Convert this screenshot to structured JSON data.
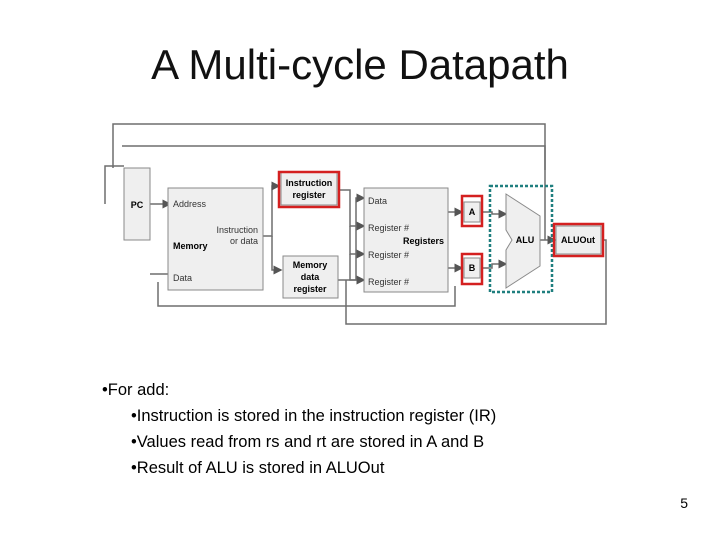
{
  "slide": {
    "title": "A Multi-cycle Datapath",
    "page_number": "5"
  },
  "diagram": {
    "pc": "PC",
    "memory": {
      "address": "Address",
      "instruction_or_data_line1": "Instruction",
      "instruction_or_data_line2": "or data",
      "name": "Memory",
      "data": "Data"
    },
    "instruction_register": [
      "Instruction",
      "register"
    ],
    "memory_data_register": [
      "Memory",
      "data",
      "register"
    ],
    "registers": {
      "data": "Data",
      "reg_num_1": "Register #",
      "name": "Registers",
      "reg_num_2": "Register #",
      "reg_num_3": "Register #"
    },
    "reg_a": "A",
    "reg_b": "B",
    "alu": "ALU",
    "aluout": "ALUOut",
    "colors": {
      "highlight_red": "#d42020",
      "highlight_teal": "#1f7f7f",
      "wire": "#6e6e6e",
      "box_fill": "#efefef"
    }
  },
  "bullets": {
    "main": "For add:",
    "items": [
      "Instruction is stored in the instruction register (IR)",
      "Values read from rs and rt are stored in A and B",
      "Result of ALU is stored in ALUOut"
    ]
  }
}
